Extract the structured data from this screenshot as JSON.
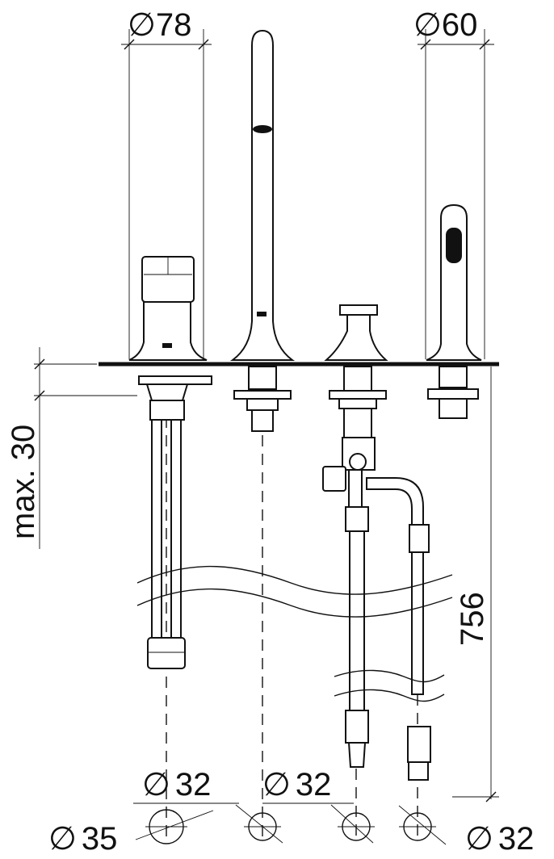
{
  "dimensions": {
    "top_left_diameter": "78",
    "top_right_diameter": "60",
    "max_depth": "max. 30",
    "hose_length": "756",
    "bottom_diameter_1": "32",
    "bottom_diameter_2": "32",
    "left_bottom_diameter": "35",
    "right_bottom_diameter": "32"
  },
  "symbols": {
    "diameter": "∅"
  }
}
